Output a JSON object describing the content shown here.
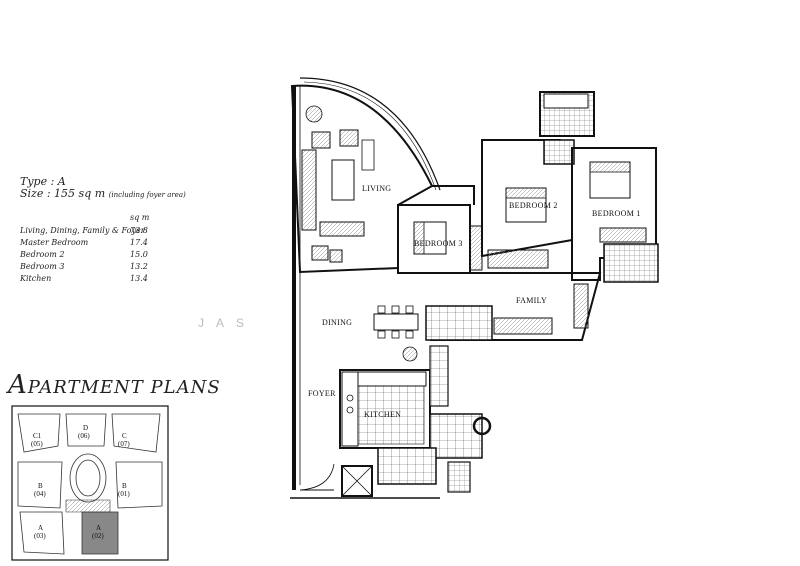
{
  "info": {
    "type": "Type :  A",
    "size_main": "Size  :  155 sq m",
    "size_note": "(including foyer area)",
    "unit_header": "sq m",
    "areas": [
      {
        "name": "Living, Dining, Family & Foyer",
        "value": "73.8"
      },
      {
        "name": "Master Bedroom",
        "value": "17.4"
      },
      {
        "name": "Bedroom 2",
        "value": "15.0"
      },
      {
        "name": "Bedroom 3",
        "value": "13.2"
      },
      {
        "name": "Kitchen",
        "value": "13.4"
      }
    ]
  },
  "title": {
    "first": "A",
    "rest": "PARTMENT PLANS"
  },
  "plan_labels": {
    "living": "LIVING",
    "bedroom3": "BEDROOM 3",
    "bedroom2": "BEDROOM 2",
    "bedroom1": "BEDROOM 1",
    "family": "FAMILY",
    "dining": "DINING",
    "foyer": "FOYER",
    "kitchen": "KITCHEN"
  },
  "key_plan": {
    "units": [
      {
        "letter": "C1",
        "num": "(05)"
      },
      {
        "letter": "D",
        "num": "(06)"
      },
      {
        "letter": "C",
        "num": "(07)"
      },
      {
        "letter": "B",
        "num": "(04)"
      },
      {
        "letter": "B",
        "num": "(01)"
      },
      {
        "letter": "A",
        "num": "(03)"
      },
      {
        "letter": "A",
        "num": "(02)"
      }
    ]
  },
  "watermark": "JAS"
}
